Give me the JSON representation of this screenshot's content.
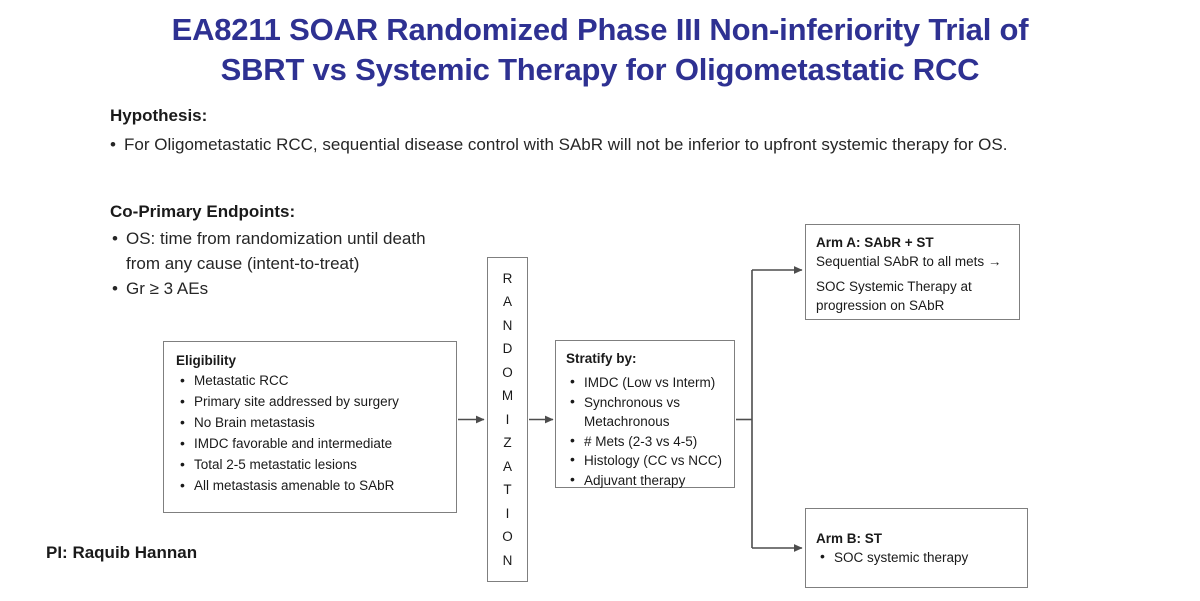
{
  "slide": {
    "title_line1": "EA8211 SOAR Randomized Phase III Non-inferiority Trial of",
    "title_line2": "SBRT vs Systemic Therapy for Oligometastatic RCC",
    "title_color": "#2e3192",
    "pi_label": "PI: Raquib Hannan"
  },
  "hypothesis": {
    "heading": "Hypothesis:",
    "bullet_marker": "•",
    "text": "For Oligometastatic RCC, sequential disease control with SAbR will not be inferior to upfront systemic therapy for OS."
  },
  "endpoints": {
    "heading": "Co-Primary Endpoints:",
    "bullet_marker": "•",
    "items": [
      "OS: time from randomization until death from any cause (intent-to-treat)",
      "Gr ≥ 3 AEs"
    ]
  },
  "eligibility": {
    "title": "Eligibility",
    "bullet_marker": "•",
    "items": [
      "Metastatic RCC",
      "Primary site addressed by surgery",
      "No Brain metastasis",
      "IMDC favorable and intermediate",
      "Total 2-5 metastatic lesions",
      "All metastasis amenable to SAbR"
    ]
  },
  "randomization": {
    "word": "RANDOMIZATION",
    "letters": [
      "R",
      "A",
      "N",
      "D",
      "O",
      "M",
      "I",
      "Z",
      "A",
      "T",
      "I",
      "O",
      "N"
    ]
  },
  "stratify": {
    "title": "Stratify by:",
    "bullet_marker": "•",
    "items": [
      "IMDC (Low vs Interm)",
      "Synchronous vs Metachronous",
      "# Mets (2-3 vs 4-5)",
      "Histology (CC vs NCC)",
      "Adjuvant therapy"
    ]
  },
  "arm_a": {
    "title": "Arm A: SAbR + ST",
    "line1": "Sequential SAbR to all mets →",
    "line2": "SOC Systemic Therapy at",
    "line3": "progression on SAbR"
  },
  "arm_b": {
    "title": "Arm B: ST",
    "bullet_marker": "•",
    "items": [
      "SOC systemic therapy"
    ]
  },
  "connector_color": "#595959"
}
